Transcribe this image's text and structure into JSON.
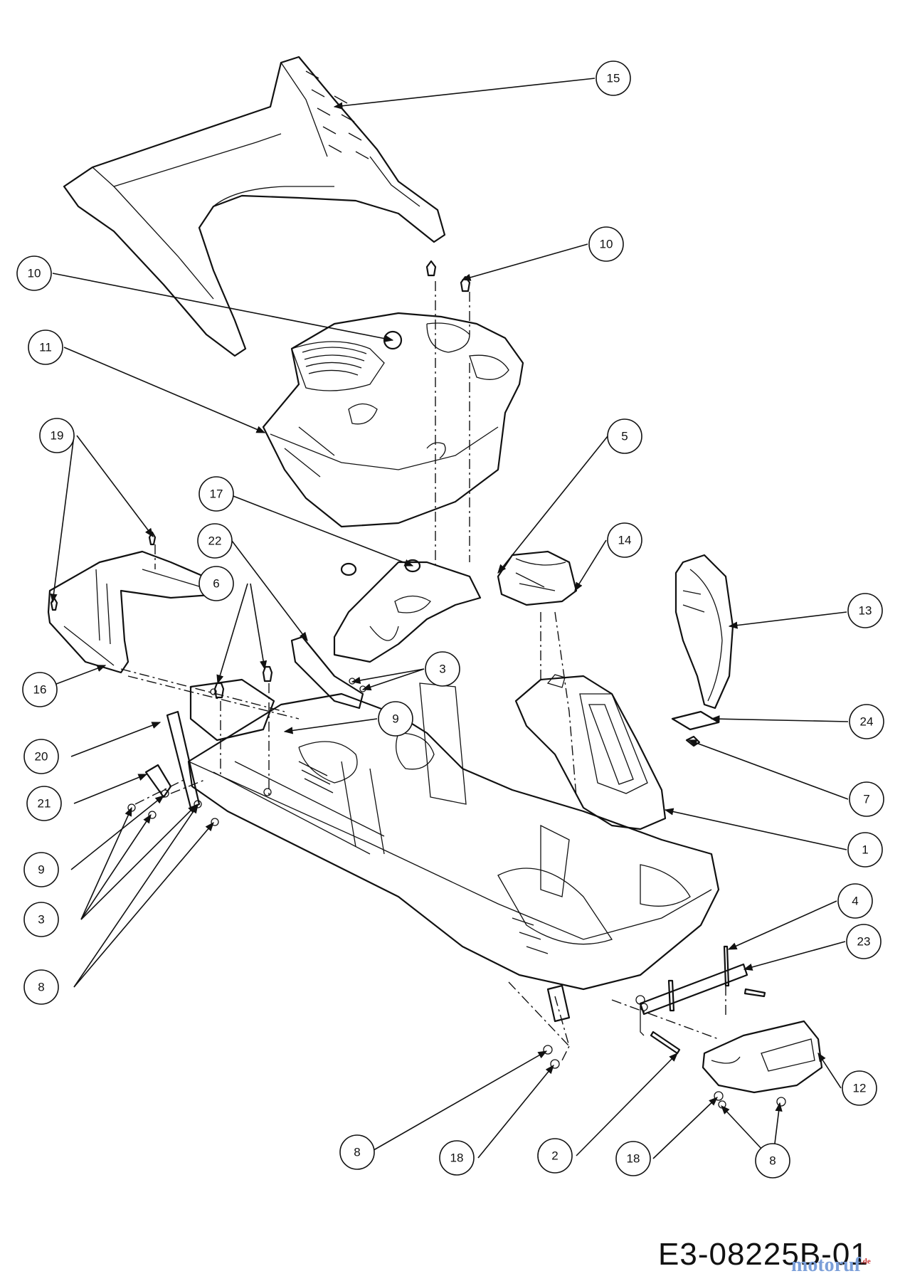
{
  "drawing_number": "E3-08225B-01",
  "watermark": {
    "text": "motoruf",
    "suffix": ".de",
    "color": "#7a9ed8"
  },
  "callouts": [
    "15",
    "10",
    "10",
    "11",
    "19",
    "5",
    "17",
    "22",
    "14",
    "6",
    "13",
    "3",
    "9",
    "24",
    "16",
    "20",
    "7",
    "21",
    "1",
    "9",
    "3",
    "4",
    "23",
    "8",
    "12",
    "8",
    "18",
    "2",
    "18",
    "8"
  ]
}
